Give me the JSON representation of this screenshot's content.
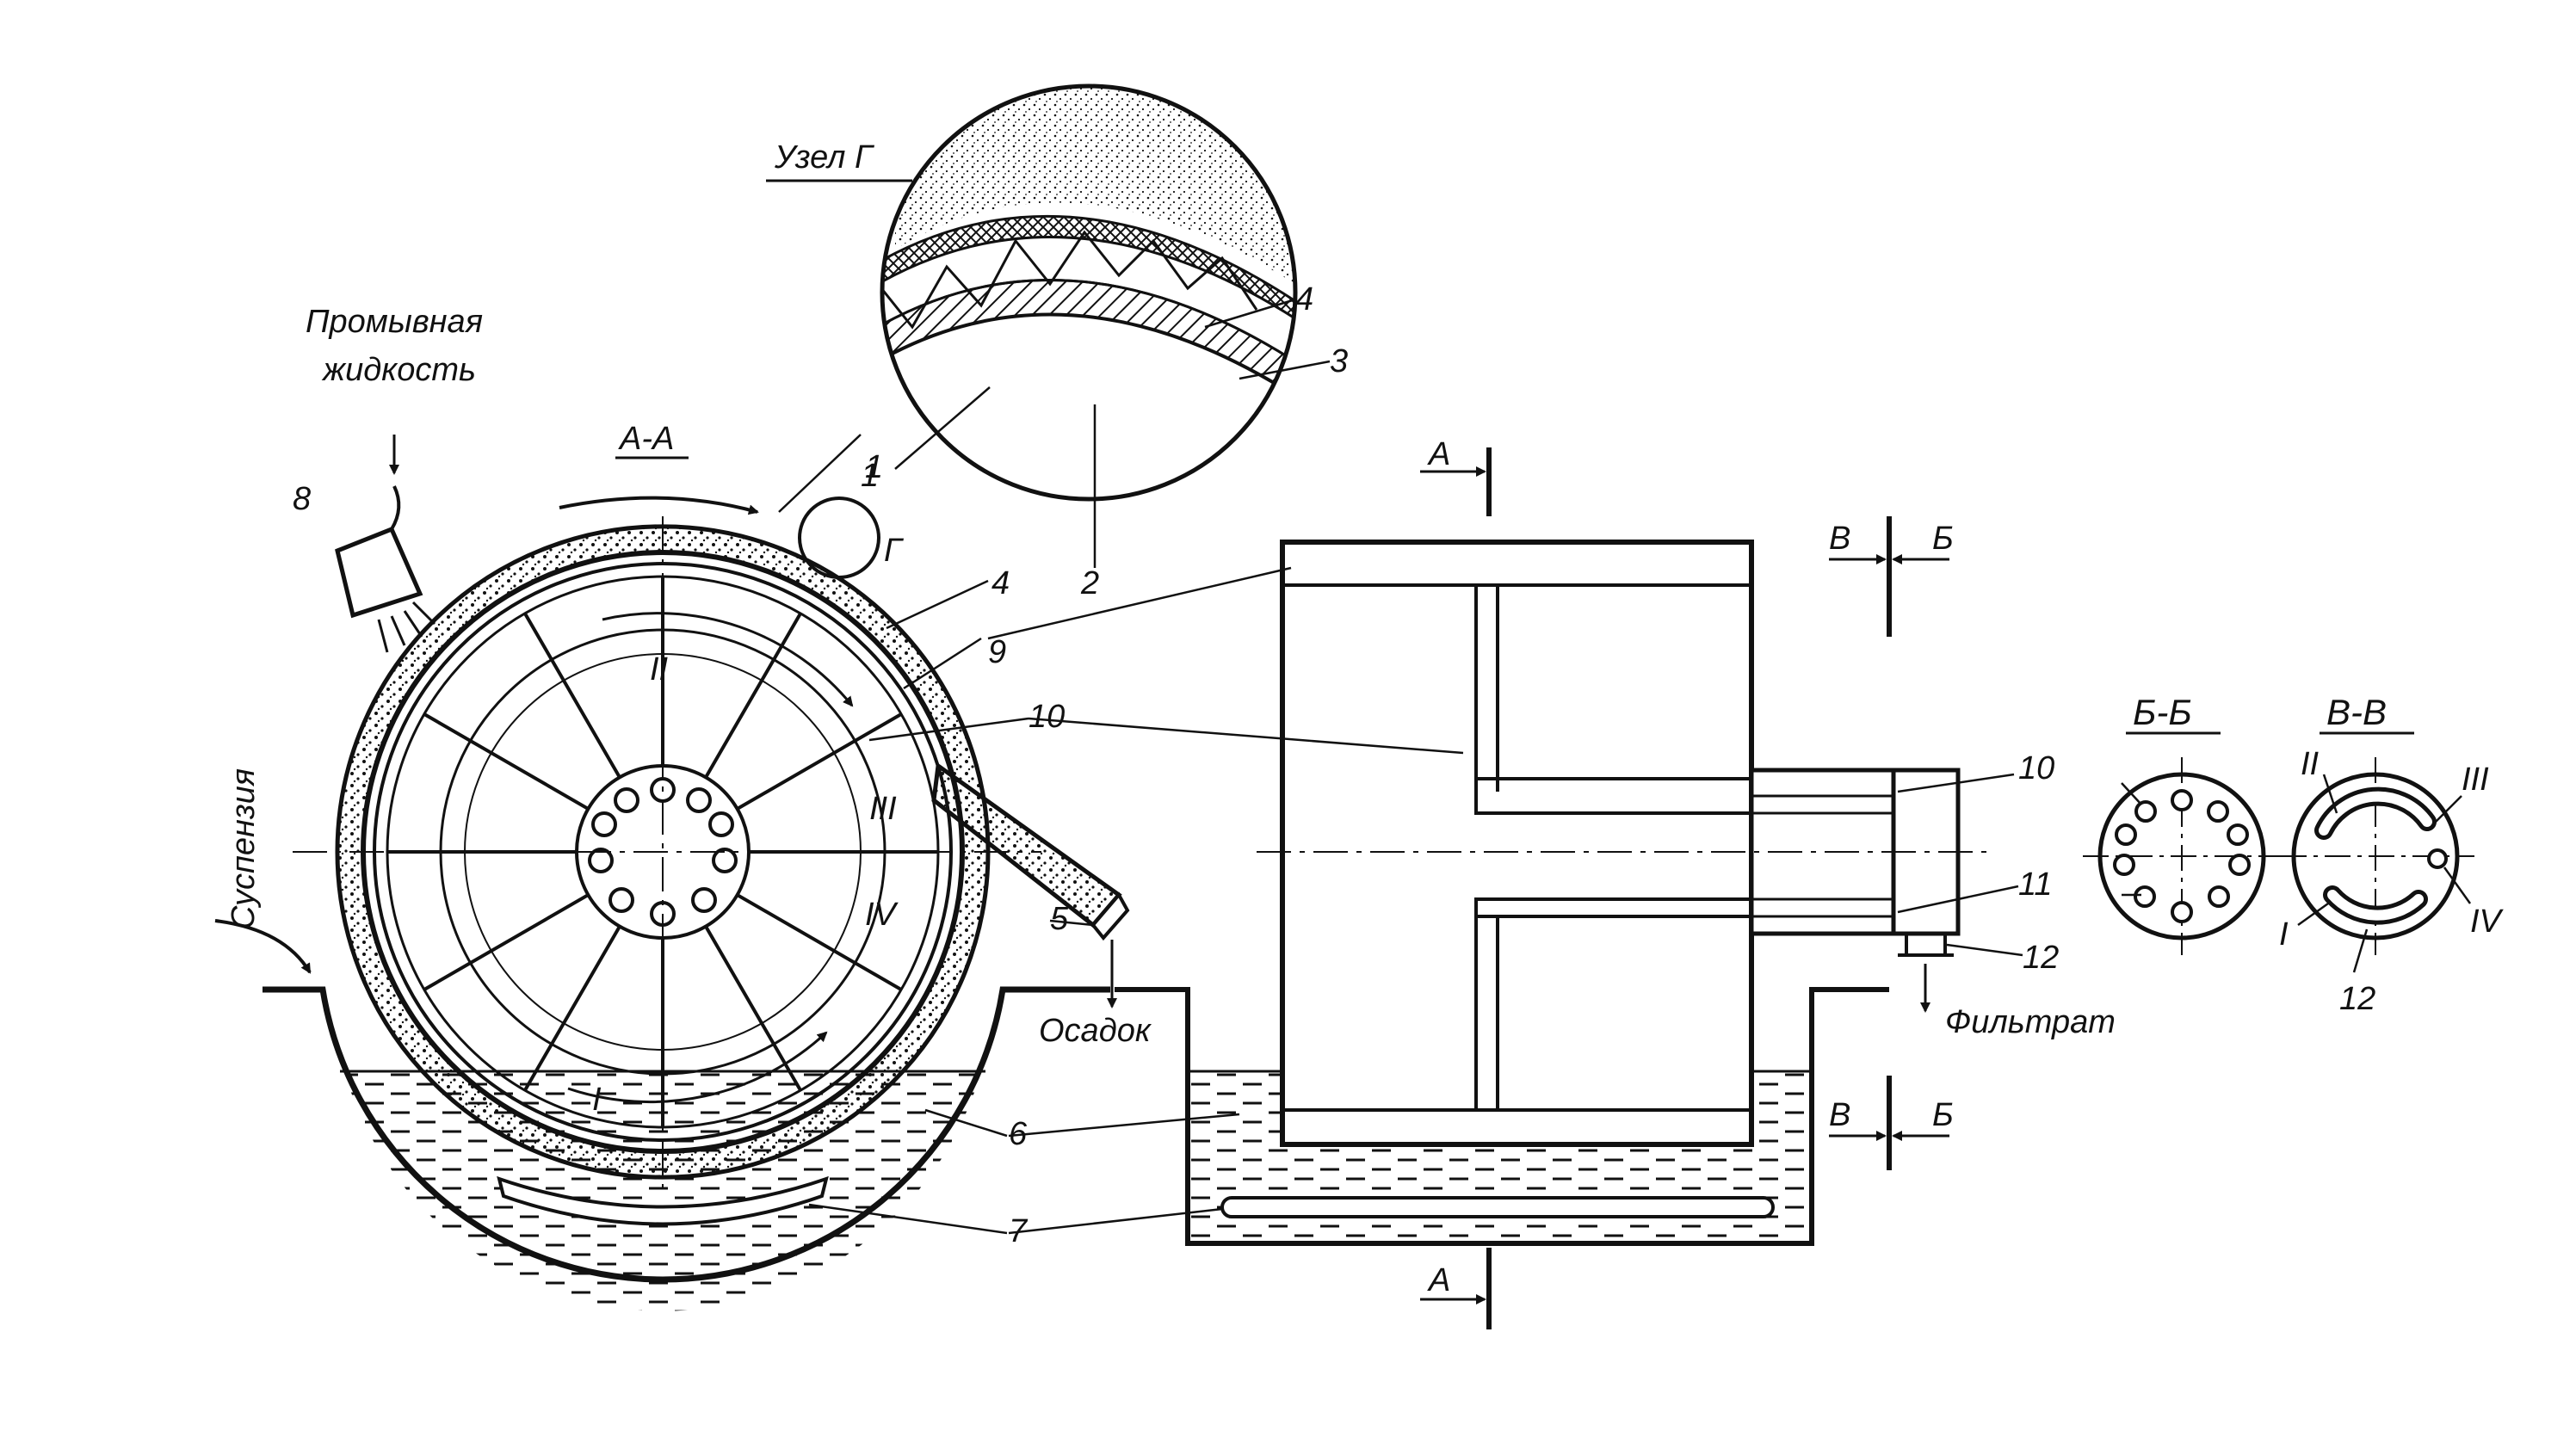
{
  "labels": {
    "wash_liquid_line1": "Промывная",
    "wash_liquid_line2": "жидкость",
    "suspension": "Суспензия",
    "sediment": "Осадок",
    "filtrate": "Фильтрат",
    "node_g_title": "Узел  Г",
    "node_g_marker": "Г",
    "section_aa_title": "А-А",
    "section_bb_title": "Б-Б",
    "section_vv_title": "В-В",
    "cut_a": "А",
    "cut_b": "Б",
    "cut_v": "В"
  },
  "zones": {
    "I": "I",
    "II": "II",
    "III": "III",
    "IV": "IV"
  },
  "callouts": {
    "n1": "1",
    "n2": "2",
    "n3": "3",
    "n4": "4",
    "n5": "5",
    "n6": "6",
    "n7": "7",
    "n8": "8",
    "n9": "9",
    "n10": "10",
    "n11": "11",
    "n12": "12"
  }
}
